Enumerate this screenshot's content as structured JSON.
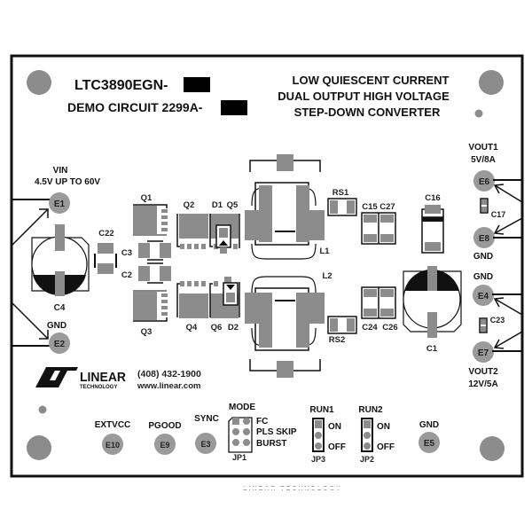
{
  "header": {
    "part_number": "LTC3890EGN-",
    "demo_circuit": "DEMO CIRCUIT 2299A-",
    "title_line1": "LOW QUIESCENT CURRENT",
    "title_line2": "DUAL OUTPUT HIGH VOLTAGE",
    "title_line3": "STEP-DOWN CONVERTER"
  },
  "terminals": {
    "vin_label": "VIN",
    "vin_range": "4.5V UP TO 60V",
    "e1": "E1",
    "e2": "E2",
    "gnd_left": "GND",
    "vout1_label": "VOUT1",
    "vout1_rating": "5V/8A",
    "e6": "E6",
    "e8": "E8",
    "gnd_right1": "GND",
    "gnd_right2": "GND",
    "e4": "E4",
    "e7": "E7",
    "vout2_label": "VOUT2",
    "vout2_rating": "12V/5A",
    "extvcc": "EXTVCC",
    "e10": "E10",
    "pgood": "PGOOD",
    "e9": "E9",
    "sync": "SYNC",
    "e3": "E3",
    "gnd_bottom": "GND",
    "e5": "E5"
  },
  "components": {
    "q1": "Q1",
    "q2": "Q2",
    "q3": "Q3",
    "q4": "Q4",
    "q5": "Q5",
    "q6": "Q6",
    "d1": "D1",
    "d2": "D2",
    "c1": "C1",
    "c2": "C2",
    "c3": "C3",
    "c4": "C4",
    "c15": "C15",
    "c16": "C16",
    "c17": "C17",
    "c22": "C22",
    "c23": "C23",
    "c24": "C24",
    "c26": "C26",
    "c27": "C27",
    "l1": "L1",
    "l2": "L2",
    "rs1": "RS1",
    "rs2": "RS2"
  },
  "jumpers": {
    "mode_label": "MODE",
    "jp1": "JP1",
    "mode_options": [
      "FC",
      "PLS SKIP",
      "BURST"
    ],
    "run1_label": "RUN1",
    "jp3": "JP3",
    "run2_label": "RUN2",
    "jp2": "JP2",
    "on": "ON",
    "off": "OFF"
  },
  "branding": {
    "logo_word": "LINEAR",
    "logo_sub": "TECHNOLOGY",
    "phone": "(408) 432-1900",
    "website": "www.linear.com",
    "footer_text": "LINEAR TECHNOLOGY"
  },
  "colors": {
    "pad_gray": "#8c8c8c",
    "terminal_gray": "#9a9a9a",
    "outline": "#111111",
    "background": "#ffffff"
  }
}
